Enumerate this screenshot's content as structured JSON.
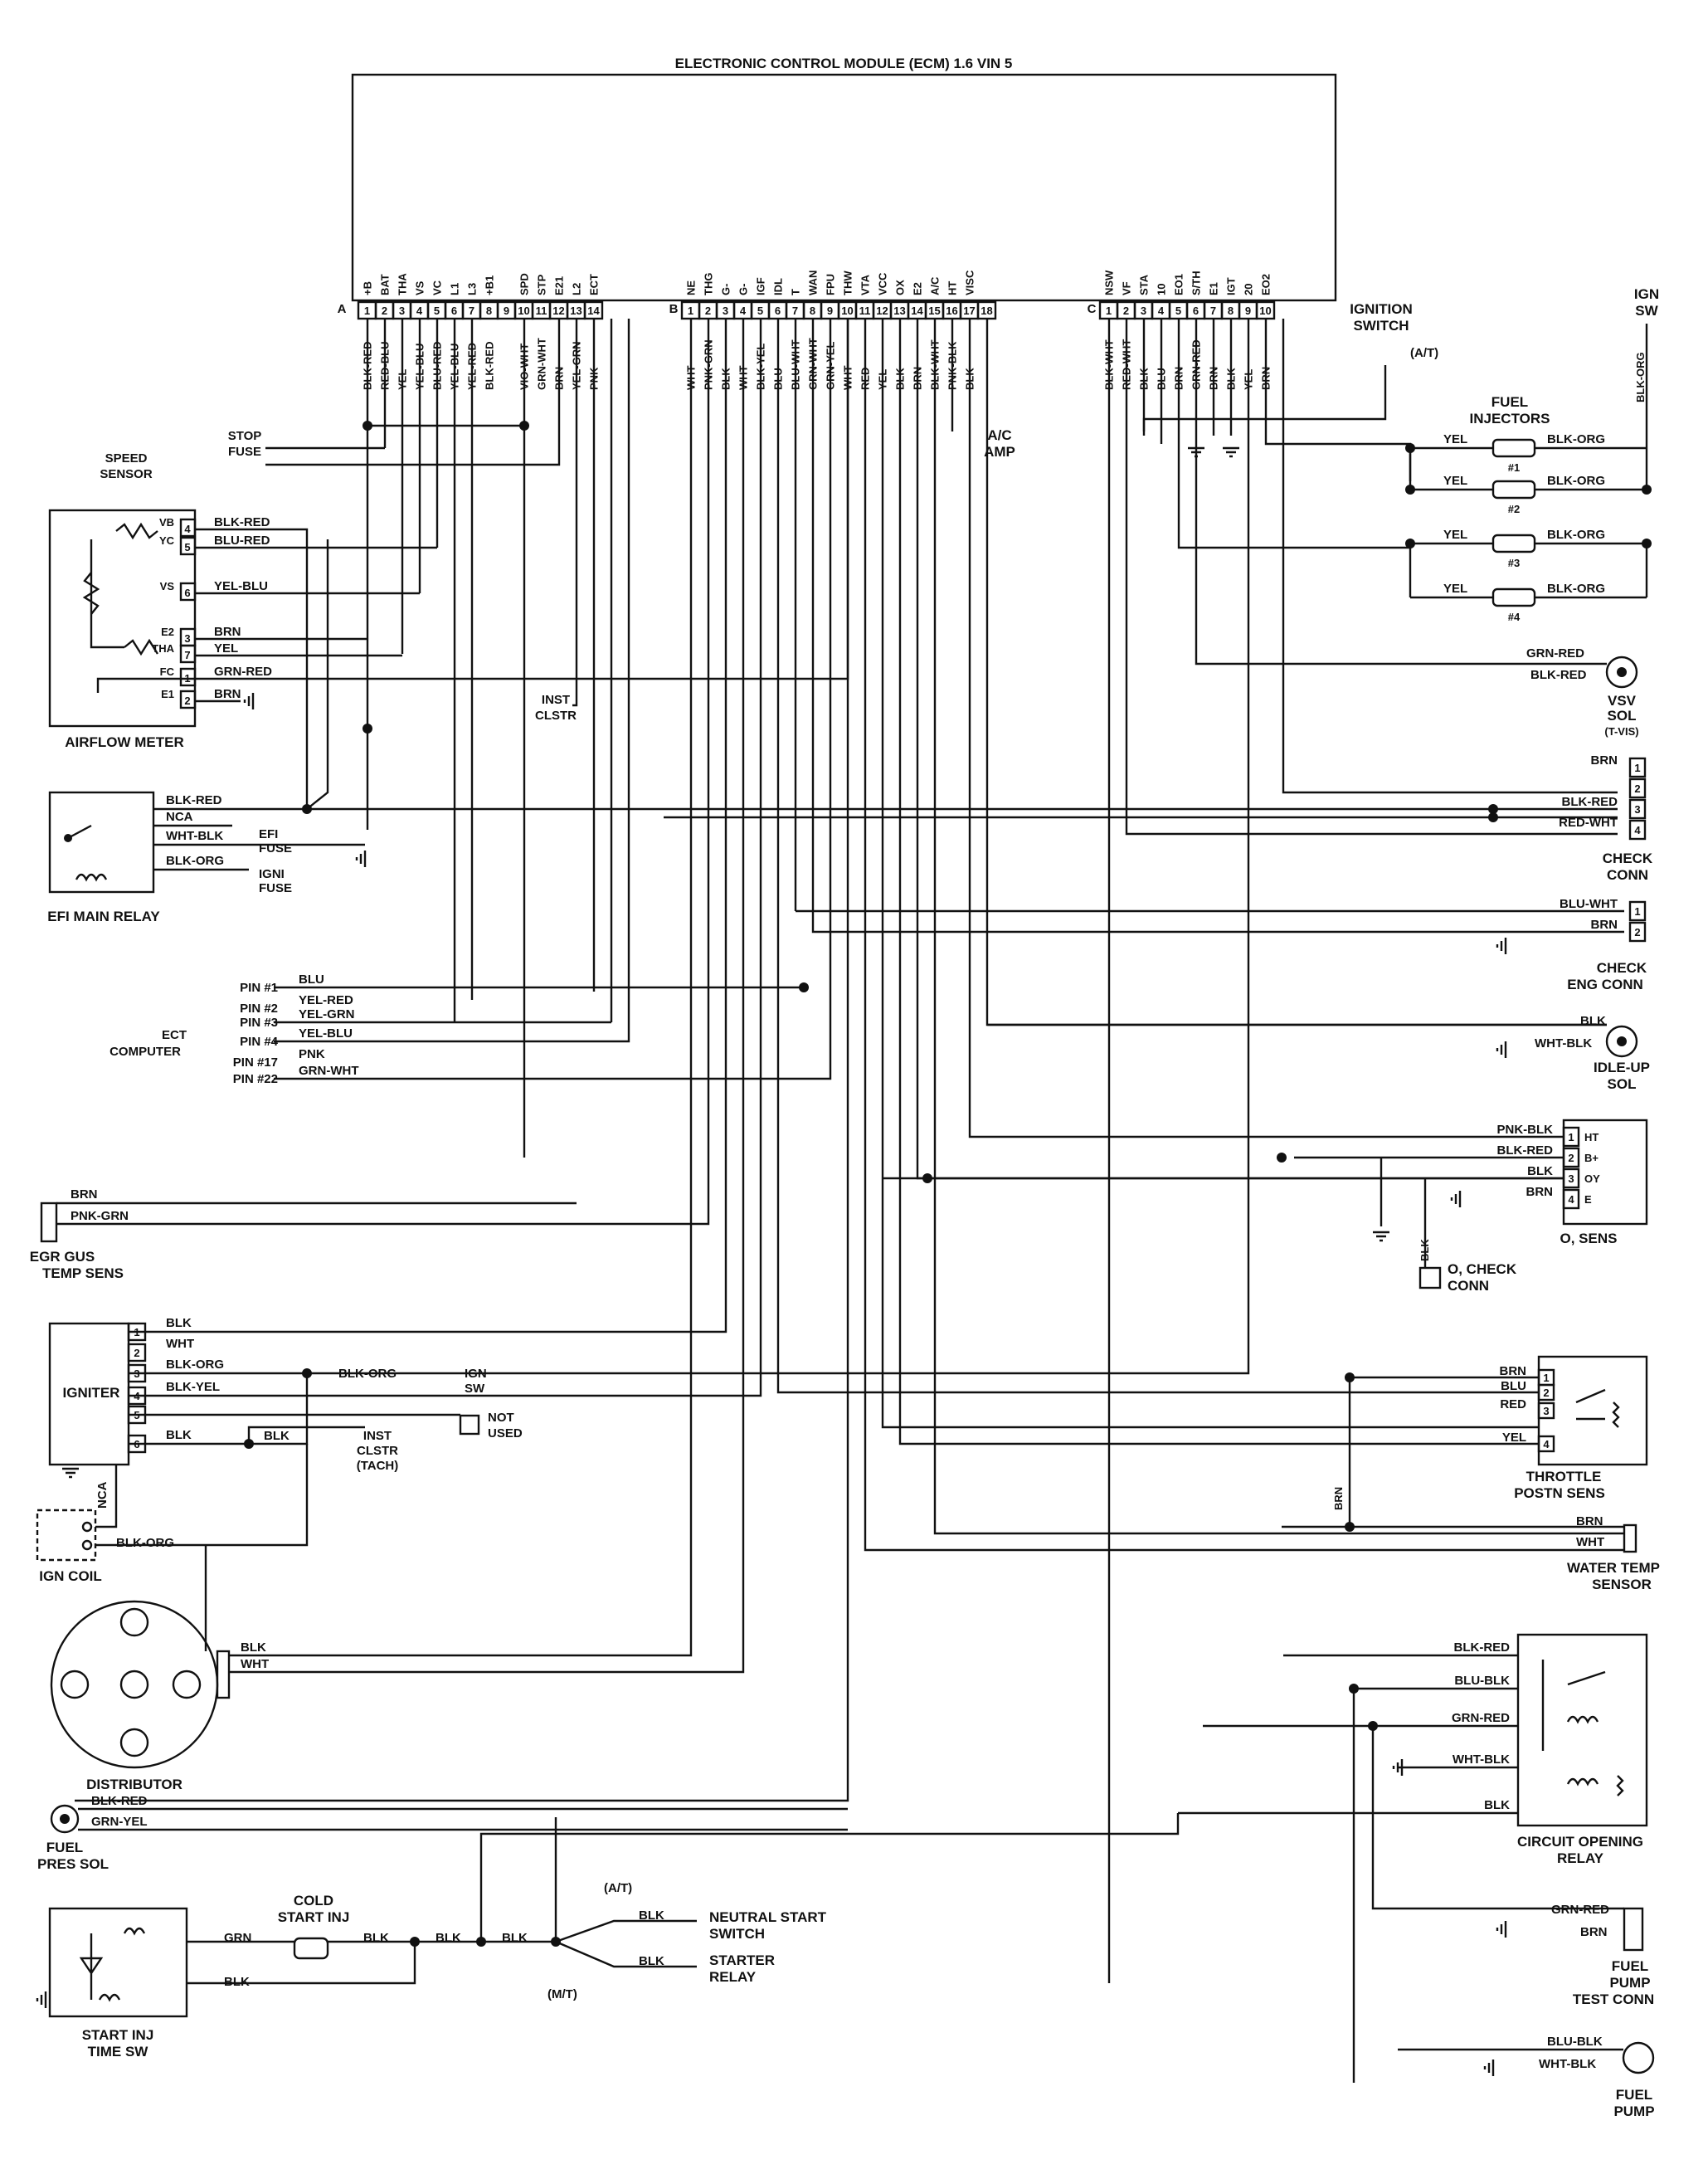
{
  "title": "ELECTRONIC CONTROL MODULE (ECM) 1.6 VIN 5",
  "ecm": {
    "conn_a": "A",
    "conn_b": "B",
    "conn_c": "C",
    "pins_a": [
      {
        "num": "1",
        "term": "+B",
        "wire": "BLK-RED"
      },
      {
        "num": "2",
        "term": "BAT",
        "wire": "RED-BLU"
      },
      {
        "num": "3",
        "term": "THA",
        "wire": "YEL"
      },
      {
        "num": "4",
        "term": "VS",
        "wire": "YEL-BLU"
      },
      {
        "num": "5",
        "term": "VC",
        "wire": "BLU-RED"
      },
      {
        "num": "6",
        "term": "L1",
        "wire": "YEL-BLU"
      },
      {
        "num": "7",
        "term": "L3",
        "wire": "YEL-RED"
      },
      {
        "num": "8",
        "term": "+B1",
        "wire": "BLK-RED"
      },
      {
        "num": "9",
        "term": "",
        "wire": ""
      },
      {
        "num": "10",
        "term": "SPD",
        "wire": "VIO-WHT"
      },
      {
        "num": "11",
        "term": "STP",
        "wire": "GRN-WHT"
      },
      {
        "num": "12",
        "term": "E21",
        "wire": "BRN"
      },
      {
        "num": "13",
        "term": "L2",
        "wire": "YEL-GRN"
      },
      {
        "num": "14",
        "term": "ECT",
        "wire": "PNK"
      }
    ],
    "pins_b": [
      {
        "num": "1",
        "term": "NE",
        "wire": "WHT"
      },
      {
        "num": "2",
        "term": "THG",
        "wire": "PNK-GRN"
      },
      {
        "num": "3",
        "term": "G-",
        "wire": "BLK"
      },
      {
        "num": "4",
        "term": "G-",
        "wire": "WHT"
      },
      {
        "num": "5",
        "term": "IGF",
        "wire": "BLK-YEL"
      },
      {
        "num": "6",
        "term": "IDL",
        "wire": "BLU"
      },
      {
        "num": "7",
        "term": "T",
        "wire": "BLU-WHT"
      },
      {
        "num": "8",
        "term": "WAN",
        "wire": "GRN-WHT"
      },
      {
        "num": "9",
        "term": "FPU",
        "wire": "GRN-YEL"
      },
      {
        "num": "10",
        "term": "THW",
        "wire": "WHT"
      },
      {
        "num": "11",
        "term": "VTA",
        "wire": "RED"
      },
      {
        "num": "12",
        "term": "VCC",
        "wire": "YEL"
      },
      {
        "num": "13",
        "term": "OX",
        "wire": "BLK"
      },
      {
        "num": "14",
        "term": "E2",
        "wire": "BRN"
      },
      {
        "num": "15",
        "term": "A/C",
        "wire": "BLK-WHT"
      },
      {
        "num": "16",
        "term": "HT",
        "wire": "PNK-BLK"
      },
      {
        "num": "17",
        "term": "VISC",
        "wire": "BLK"
      },
      {
        "num": "18",
        "term": "",
        "wire": ""
      }
    ],
    "pins_c": [
      {
        "num": "1",
        "term": "NSW",
        "wire": "BLK-WHT"
      },
      {
        "num": "2",
        "term": "VF",
        "wire": "RED-WHT"
      },
      {
        "num": "3",
        "term": "STA",
        "wire": "BLK"
      },
      {
        "num": "4",
        "term": "10",
        "wire": "BLU"
      },
      {
        "num": "5",
        "term": "EO1",
        "wire": "BRN"
      },
      {
        "num": "6",
        "term": "S/TH",
        "wire": "GRN-RED"
      },
      {
        "num": "7",
        "term": "E1",
        "wire": "BRN"
      },
      {
        "num": "8",
        "term": "IGT",
        "wire": "BLK"
      },
      {
        "num": "9",
        "term": "20",
        "wire": "YEL"
      },
      {
        "num": "10",
        "term": "EO2",
        "wire": "BRN"
      }
    ]
  },
  "labels": {
    "stop_fuse": [
      "STOP",
      "FUSE"
    ],
    "speed_sensor": [
      "SPEED",
      "SENSOR"
    ],
    "ac_amp": [
      "A/C",
      "AMP"
    ],
    "ignition_switch": [
      "IGNITION",
      "SWITCH"
    ],
    "at": "(A/T)",
    "mt": "(M/T)",
    "ign_sw_top": [
      "IGN",
      "SW"
    ],
    "fuel_injectors": [
      "FUEL",
      "INJECTORS"
    ],
    "airflow_meter": "AIRFLOW METER",
    "inst_clstr": [
      "INST",
      "CLSTR"
    ],
    "efi_main_relay": "EFI MAIN RELAY",
    "efi_fuse": [
      "EFI",
      "FUSE"
    ],
    "igni_fuse": [
      "IGNI",
      "FUSE"
    ],
    "vsv_sol": [
      "VSV",
      "SOL",
      "(T-VIS)"
    ],
    "check_conn": [
      "CHECK",
      "CONN"
    ],
    "check_eng_conn": [
      "CHECK",
      "ENG CONN"
    ],
    "ect_computer": [
      "ECT",
      "COMPUTER"
    ],
    "idle_up_sol": [
      "IDLE-UP",
      "SOL"
    ],
    "o2_sens": "O, SENS",
    "o2_check_conn": [
      "O, CHECK",
      "CONN"
    ],
    "egr_gus": [
      "EGR GUS",
      "TEMP SENS"
    ],
    "igniter": "IGNITER",
    "ign_sw": [
      "IGN",
      "SW"
    ],
    "not_used": [
      "NOT",
      "USED"
    ],
    "inst_clstr_tach": [
      "INST",
      "CLSTR",
      "(TACH)"
    ],
    "ign_coil": "IGN COIL",
    "nca": "NCA",
    "throttle_posn_sens": [
      "THROTTLE",
      "POSTN SENS"
    ],
    "water_temp_sensor": [
      "WATER TEMP",
      "SENSOR"
    ],
    "distributor": "DISTRIBUTOR",
    "fuel_pres_sol": [
      "FUEL",
      "PRES SOL"
    ],
    "circuit_opening_relay": [
      "CIRCUIT OPENING",
      "RELAY"
    ],
    "cold_start_inj": [
      "COLD",
      "START INJ"
    ],
    "neutral_start_switch": [
      "NEUTRAL START",
      "SWITCH"
    ],
    "starter_relay": [
      "STARTER",
      "RELAY"
    ],
    "fuel_pump_test_conn": [
      "FUEL",
      "PUMP",
      "TEST CONN"
    ],
    "start_inj_time_sw": [
      "START INJ",
      "TIME SW"
    ],
    "fuel_pump": [
      "FUEL",
      "PUMP"
    ]
  },
  "airflow_meter_terms": [
    {
      "term": "VB",
      "pin": "4",
      "wire": "BLK-RED"
    },
    {
      "term": "YC",
      "pin": "5",
      "wire": "BLU-RED"
    },
    {
      "term": "VS",
      "pin": "6",
      "wire": "YEL-BLU"
    },
    {
      "term": "E2",
      "pin": "3",
      "wire": "BRN"
    },
    {
      "term": "THA",
      "pin": "7",
      "wire": "YEL"
    },
    {
      "term": "FC",
      "pin": "1",
      "wire": "GRN-RED"
    },
    {
      "term": "E1",
      "pin": "2",
      "wire": "BRN"
    }
  ],
  "efi_relay_wires": [
    "BLK-RED",
    "NCA",
    "WHT-BLK",
    "BLK-ORG"
  ],
  "injectors": [
    {
      "num": "#1",
      "in": "YEL",
      "out": "BLK-ORG"
    },
    {
      "num": "#2",
      "in": "YEL",
      "out": "BLK-ORG"
    },
    {
      "num": "#3",
      "in": "YEL",
      "out": "BLK-ORG"
    },
    {
      "num": "#4",
      "in": "YEL",
      "out": "BLK-ORG"
    }
  ],
  "ign_sw_wire": "BLK-ORG",
  "vsv_wires": [
    "GRN-RED",
    "BLK-RED"
  ],
  "check_conn_wires": [
    {
      "wire": "BRN",
      "pin": "1"
    },
    {
      "wire": "",
      "pin": "2"
    },
    {
      "wire": "BLK-RED",
      "pin": "3"
    },
    {
      "wire": "RED-WHT",
      "pin": "4"
    }
  ],
  "check_eng_wires": [
    {
      "wire": "BLU-WHT",
      "pin": "1"
    },
    {
      "wire": "BRN",
      "pin": "2"
    }
  ],
  "ect_pins": [
    {
      "pin": "PIN #1",
      "wire": "BLU"
    },
    {
      "pin": "PIN #2",
      "wire": "YEL-RED"
    },
    {
      "pin": "PIN #3",
      "wire": "YEL-GRN"
    },
    {
      "pin": "PIN #4",
      "wire": "YEL-BLU"
    },
    {
      "pin": "PIN #17",
      "wire": "PNK"
    },
    {
      "pin": "PIN #22",
      "wire": "GRN-WHT"
    }
  ],
  "idle_up_wires": [
    "BLK",
    "WHT-BLK"
  ],
  "o2_wires": [
    {
      "wire": "PNK-BLK",
      "pin": "1",
      "term": "HT"
    },
    {
      "wire": "BLK-RED",
      "pin": "2",
      "term": "B+"
    },
    {
      "wire": "BLK",
      "pin": "3",
      "term": "OY"
    },
    {
      "wire": "BRN",
      "pin": "4",
      "term": "E"
    }
  ],
  "o2_check_wire": "BLK",
  "egr_wires": [
    "BRN",
    "PNK-GRN"
  ],
  "igniter_pins": [
    {
      "pin": "1",
      "wire": "BLK"
    },
    {
      "pin": "2",
      "wire": "WHT"
    },
    {
      "pin": "3",
      "wire": "BLK-ORG"
    },
    {
      "pin": "4",
      "wire": "BLK-YEL"
    },
    {
      "pin": "5",
      "wire": ""
    },
    {
      "pin": "6",
      "wire": "BLK"
    }
  ],
  "igniter_extra": {
    "blk_org": "BLK-ORG",
    "blk": "BLK"
  },
  "coil_wire": "BLK-ORG",
  "tps_wires": [
    {
      "wire": "BRN",
      "pin": "1"
    },
    {
      "wire": "BLU",
      "pin": "2"
    },
    {
      "wire": "RED",
      "pin": "3"
    },
    {
      "wire": "YEL",
      "pin": "4"
    }
  ],
  "vertical_brn": "BRN",
  "water_temp_wires": [
    "BRN",
    "WHT"
  ],
  "distributor_wires": [
    "BLK",
    "WHT"
  ],
  "fuel_pres_wires": [
    "BLK-RED",
    "GRN-YEL"
  ],
  "cor_wires": [
    "BLK-RED",
    "BLU-BLK",
    "GRN-RED",
    "WHT-BLK",
    "BLK"
  ],
  "cold_start_wires": {
    "in": "GRN",
    "out": "BLK",
    "blk": "BLK"
  },
  "start_wires": [
    "BLK",
    "BLK",
    "BLK",
    "BLK"
  ],
  "fuel_pump_test_wires": [
    "GRN-RED",
    "BRN"
  ],
  "fuel_pump_wires": [
    "BLU-BLK",
    "WHT-BLK"
  ],
  "ign_sw_top_wire": "BLK-ORG"
}
